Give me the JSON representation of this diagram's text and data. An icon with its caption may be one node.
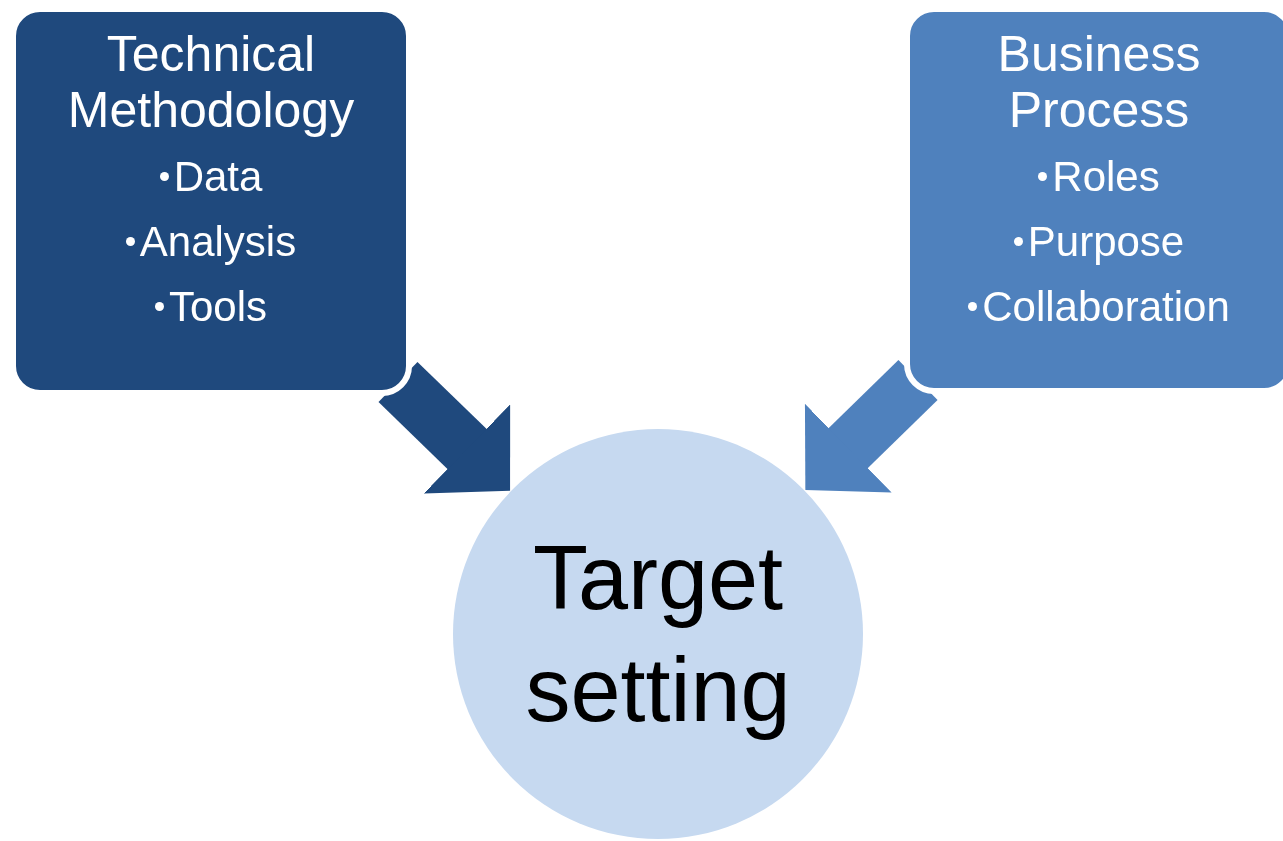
{
  "diagram": {
    "nodes": [
      {
        "text": [
          "Technical Methodology",
          "Data",
          "Analysis",
          "Tools"
        ]
      },
      {
        "text": [
          "Business Process",
          "Roles",
          "Purpose",
          "Collaboration"
        ]
      },
      {
        "text": [
          "Target setting"
        ]
      }
    ],
    "edges": [
      {
        "from": 0,
        "to": 2,
        "arrow": "to",
        "color": "#1f497d"
      },
      {
        "from": 1,
        "to": 2,
        "arrow": "to",
        "color": "#4f81bd"
      }
    ]
  }
}
